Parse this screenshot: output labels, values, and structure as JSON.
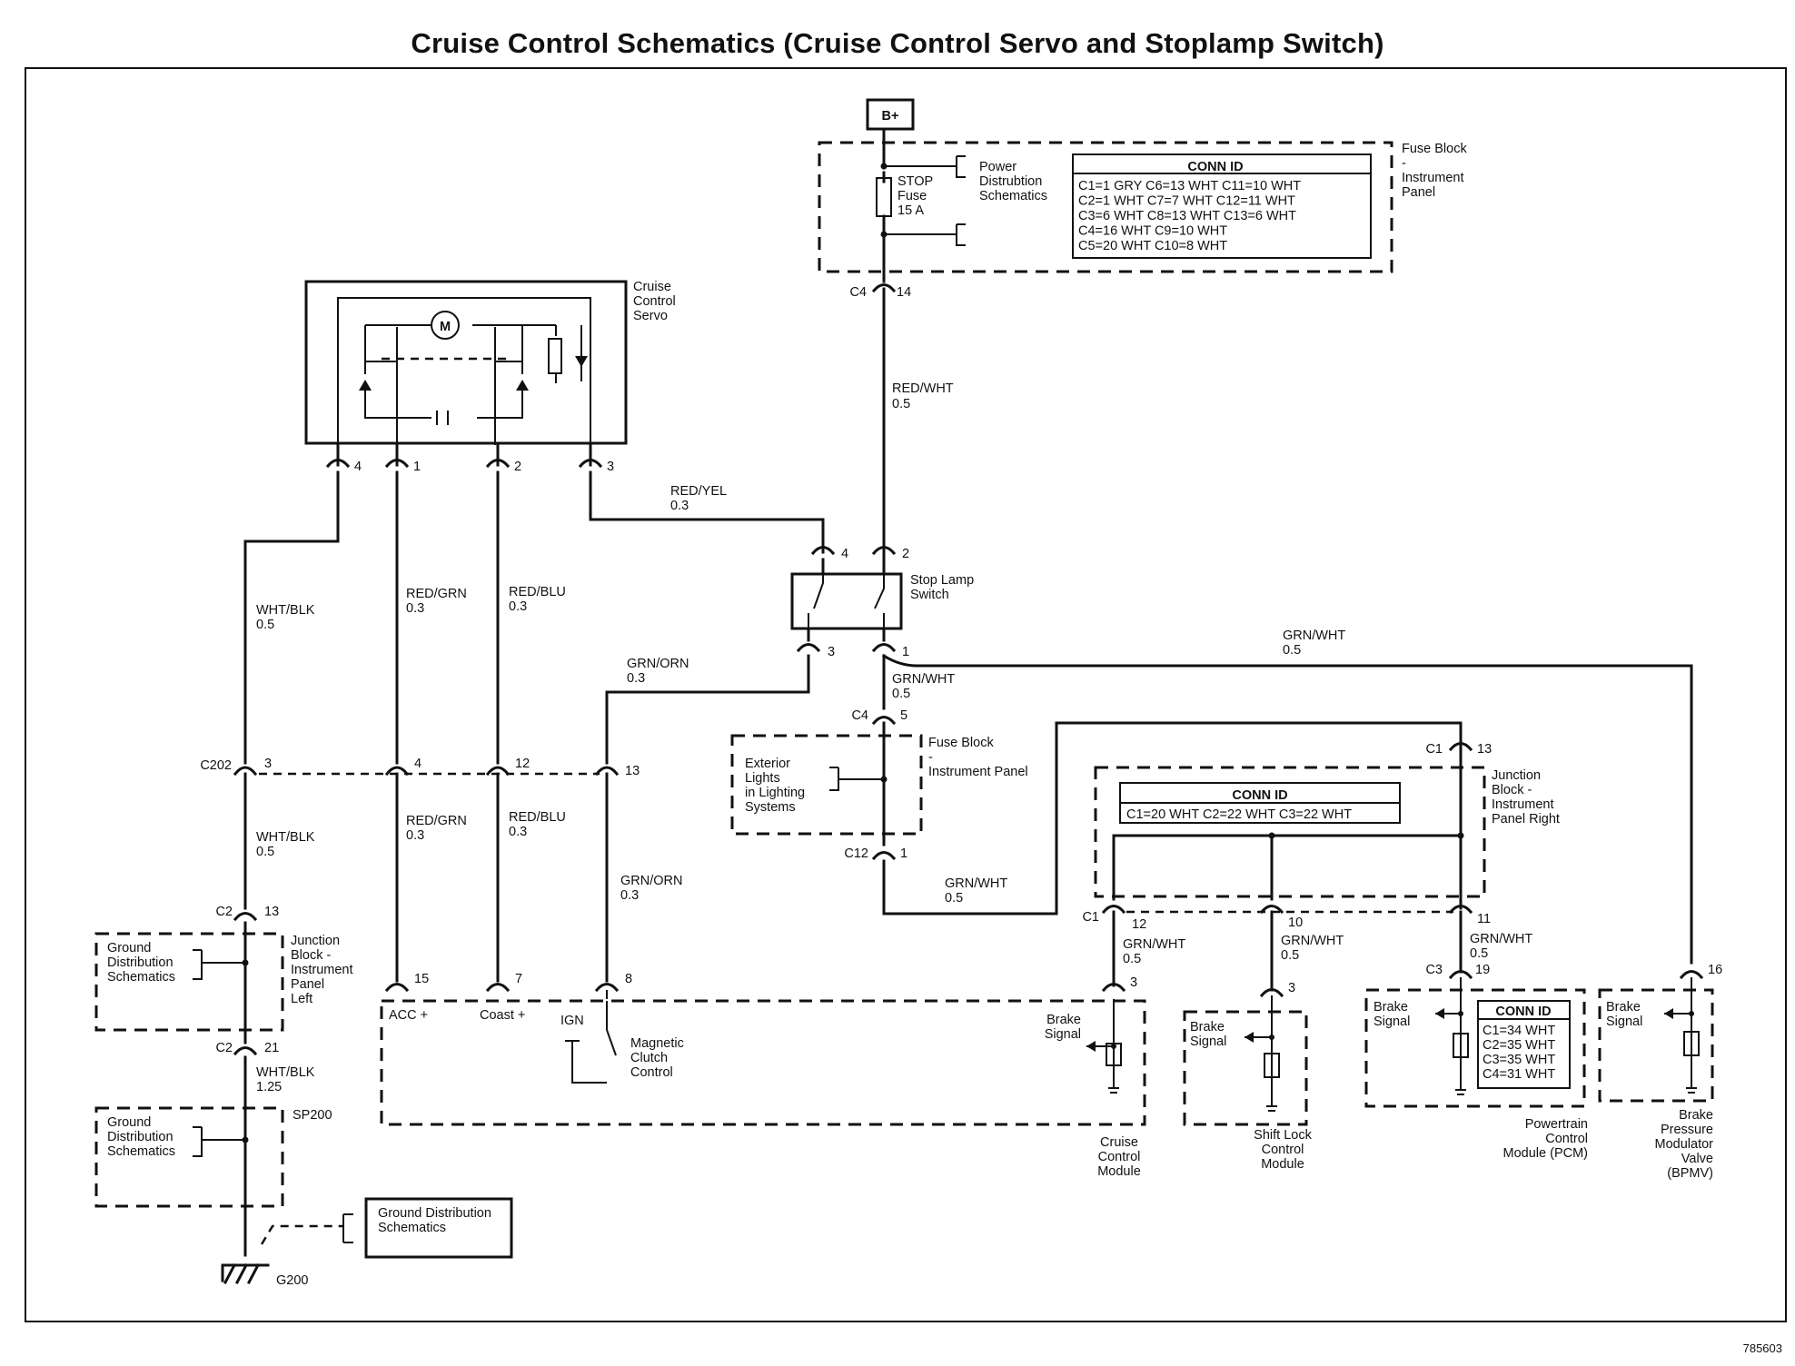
{
  "title": "Cruise Control Schematics (Cruise Control Servo and Stoplamp Switch)",
  "drawing_id": "785603",
  "battery": "B+",
  "fuse_block_top": {
    "name": "Fuse Block - Instrument Panel",
    "fuse": "STOP Fuse 15 A",
    "power_ref": "Power Distrubtion Schematics",
    "conn_id_title": "CONN ID",
    "conn_id_rows": [
      "C1=1 GRY    C6=13 WHT   C11=10 WHT",
      "C2=1 WHT    C7=7 WHT     C12=11 WHT",
      "C3=6 WHT    C8=13 WHT   C13=6 WHT",
      "C4=16 WHT  C9=10 WHT",
      "C5=20 WHT  C10=8 WHT"
    ]
  },
  "servo": {
    "name": "Cruise Control Servo",
    "motor": "M"
  },
  "stop_lamp_switch": "Stop Lamp Switch",
  "exterior_lights": "Exterior Lights in Lighting Systems",
  "fuse_block_mid": "Fuse Block - Instrument Panel",
  "junction_right": {
    "name": "Junction Block - Instrument Panel Right",
    "conn_id_title": "CONN ID",
    "conn_id_row": "C1=20 WHT  C2=22 WHT  C3=22 WHT"
  },
  "junction_left": "Junction Block - Instrument Panel Left",
  "ground_dist": "Ground Distribution Schematics",
  "ground_dist_box": "Ground Distribution Schematics",
  "splice": "SP200",
  "ground": "G200",
  "pcm": {
    "name": "Powertrain Control Module (PCM)",
    "conn_id_title": "CONN ID",
    "conn_id_rows": [
      "C1=34 WHT",
      "C2=35 WHT",
      "C3=35 WHT",
      "C4=31 WHT"
    ]
  },
  "modules": {
    "cruise": "Cruise Control Module",
    "shift_lock": "Shift Lock Control Module",
    "bpmv": "Brake Pressure Modulator Valve (BPMV)",
    "brake_signal": "Brake Signal",
    "acc": "ACC +",
    "coast": "Coast +",
    "ign": "IGN",
    "clutch": "Magnetic Clutch Control"
  },
  "wires": {
    "red_wht": "RED/WHT",
    "red_yel": "RED/YEL",
    "wht_blk": "WHT/BLK",
    "red_grn": "RED/GRN",
    "red_blu": "RED/BLU",
    "grn_orn": "GRN/ORN",
    "grn_wht": "GRN/WHT",
    "g03": "0.3",
    "g05": "0.5",
    "g125": "1.25"
  },
  "connectors": {
    "C1": "C1",
    "C2": "C2",
    "C3": "C3",
    "C4": "C4",
    "C12": "C12",
    "C202": "C202"
  },
  "pins": {
    "p1": "1",
    "p2": "2",
    "p3": "3",
    "p4": "4",
    "p5": "5",
    "p7": "7",
    "p8": "8",
    "p10": "10",
    "p11": "11",
    "p12": "12",
    "p13": "13",
    "p14": "14",
    "p15": "15",
    "p16": "16",
    "p19": "19",
    "p21": "21"
  }
}
